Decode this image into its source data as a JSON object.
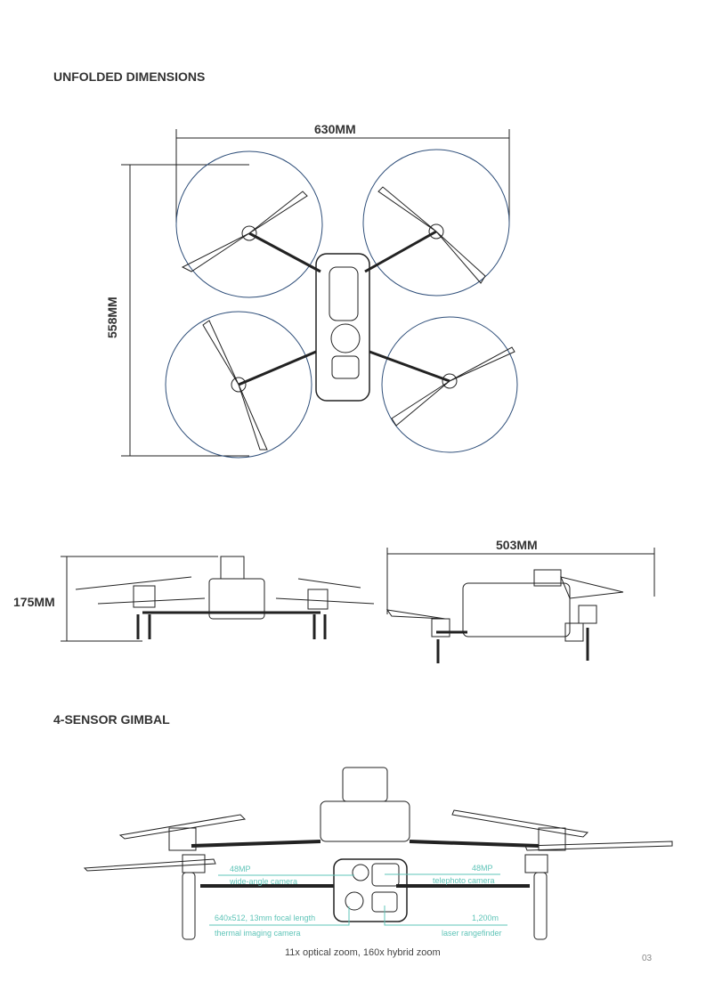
{
  "sections": {
    "unfolded": "UNFOLDED DIMENSIONS",
    "gimbal": "4-SENSOR GIMBAL"
  },
  "dimensions": {
    "width": "630MM",
    "length": "558MM",
    "height": "175MM",
    "side_length": "503MM"
  },
  "gimbal": {
    "wide_spec": "48MP",
    "wide_name": "wide-angle camera",
    "tele_spec": "48MP",
    "tele_name": "telephoto camera",
    "thermal_spec": "640x512, 13mm focal length",
    "thermal_name": "thermal imaging camera",
    "laser_spec": "1,200m",
    "laser_name": "laser rangefinder",
    "caption": "11x optical zoom, 160x hybrid zoom"
  },
  "page_number": "03",
  "colors": {
    "prop_circle": "#2f4f7a",
    "callout": "#5fc4b8"
  }
}
